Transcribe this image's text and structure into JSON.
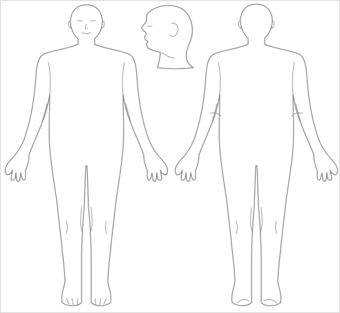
{
  "figure": {
    "views": [
      {
        "id": "front",
        "name": "front-view",
        "kind": "full-body",
        "facing": "front"
      },
      {
        "id": "head-side",
        "name": "head-side-view",
        "kind": "head",
        "facing": "left"
      },
      {
        "id": "back",
        "name": "back-view",
        "kind": "full-body",
        "facing": "back"
      }
    ],
    "colors": {
      "background": "#ffffff",
      "outline": "#8a8a8a",
      "detail": "#9a9a9a",
      "frame": "#d6d6d6"
    }
  }
}
